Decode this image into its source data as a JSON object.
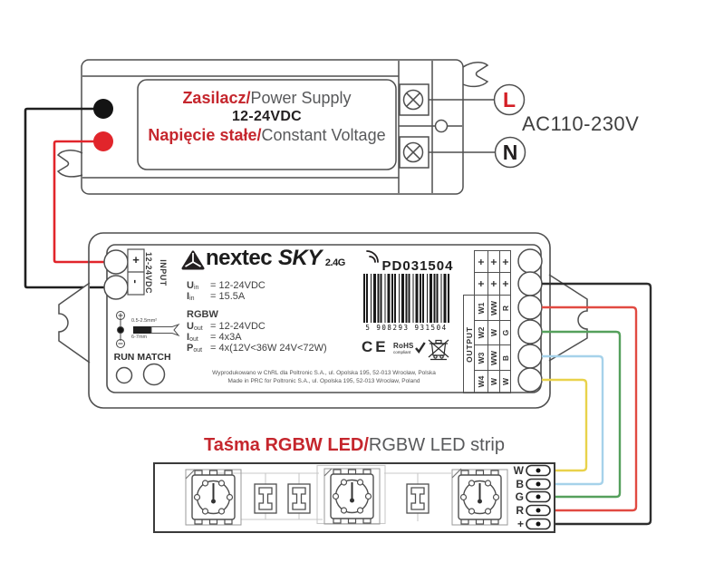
{
  "power_supply": {
    "title_red": "Zasilacz/",
    "title_gray": "Power Supply",
    "voltage": "12-24VDC",
    "subtitle_red": "Napięcie stałe/",
    "subtitle_gray": "Constant Voltage",
    "terminal_l": "L",
    "terminal_n": "N",
    "ac_label": "AC110-230V"
  },
  "controller": {
    "brand": "nextec",
    "brand2": "SKY",
    "brand_suffix": "2.4G",
    "model": "PD031504",
    "input_label": "INPUT",
    "input_voltage": "12-24VDC",
    "plus": "+",
    "minus": "-",
    "wire_spec_top": "0.5-2.5mm²",
    "wire_spec_bottom": "6-7mm",
    "run_label": "RUN",
    "match_label": "MATCH",
    "specs": [
      {
        "sym": "U",
        "sub": "in",
        "val": "= 12-24VDC"
      },
      {
        "sym": "I",
        "sub": "in",
        "val": "= 15.5A"
      }
    ],
    "rgbw_header": "RGBW",
    "specs_out": [
      {
        "sym": "U",
        "sub": "out",
        "val": "= 12-24VDC"
      },
      {
        "sym": "I",
        "sub": "out",
        "val": "= 4x3A"
      },
      {
        "sym": "P",
        "sub": "out",
        "val": "= 4x(12V<36W 24V<72W)"
      }
    ],
    "made_in_line1": "Wyprodukowano w ChRL dla Poltronic S.A., ul. Opolska 195, 52-013 Wrocław, Polska",
    "made_in_line2": "Made in PRC for Poltronic S.A., ul. Opolska 195, 52-013 Wrocław, Poland",
    "barcode_digits": "5 908293 931504",
    "ce_mark": "CE",
    "rohs": "RoHS",
    "rohs_sub": "compliant",
    "output_label": "OUTPUT",
    "output_table": {
      "plus_rows": [
        [
          "+",
          "+",
          "+"
        ],
        [
          "+",
          "+",
          "+"
        ]
      ],
      "rows": [
        [
          "W1",
          "WW",
          "R"
        ],
        [
          "W2",
          "W",
          "G"
        ],
        [
          "W3",
          "WW",
          "B"
        ],
        [
          "W4",
          "W",
          "W"
        ]
      ]
    }
  },
  "led_strip": {
    "title_red": "Taśma RGBW LED/",
    "title_gray": "RGBW LED strip",
    "terminals": [
      "W",
      "B",
      "G",
      "R",
      "+"
    ]
  },
  "colors": {
    "brand_red": "#c5262d",
    "text_gray": "#58595b",
    "wire_dc_plus": "#e1252b",
    "wire_dc_minus": "#1f1f1f",
    "wire_w_yellow": "#e9d24b",
    "wire_b_blue": "#a6d2ea",
    "wire_g_green": "#55a05c",
    "wire_r_red": "#e14a42",
    "wire_plus_black": "#2e2e2e"
  }
}
